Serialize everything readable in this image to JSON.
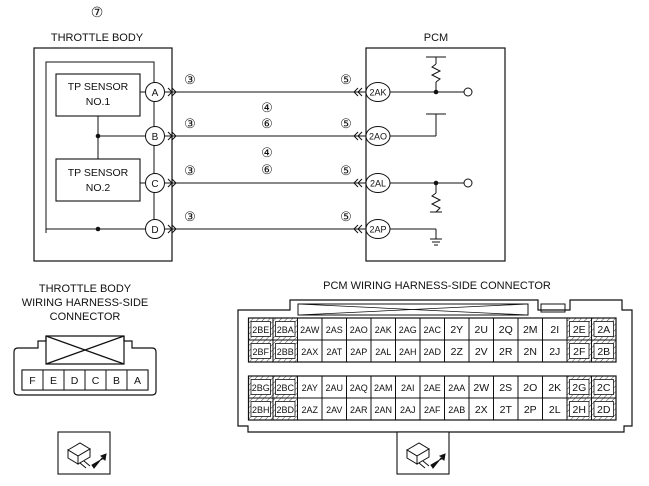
{
  "colors": {
    "ink": "#111111",
    "hatch": "#444444"
  },
  "throttle_body": {
    "index": "⑦",
    "title": "THROTTLE BODY",
    "sensors": [
      "TP SENSOR",
      "NO.1",
      "TP SENSOR",
      "NO.2"
    ],
    "pins": [
      "A",
      "B",
      "C",
      "D"
    ]
  },
  "pcm": {
    "title": "PCM",
    "pins": [
      "2AK",
      "2AO",
      "2AL",
      "2AP"
    ]
  },
  "wire_notes": {
    "left": [
      "③",
      "③",
      "③",
      "③"
    ],
    "right": [
      "⑤",
      "⑤",
      "⑤",
      "⑤"
    ],
    "middle": [
      "④",
      "⑥",
      "④",
      "⑥"
    ]
  },
  "tb_connector": {
    "caption": [
      "THROTTLE BODY",
      "WIRING HARNESS-SIDE",
      "CONNECTOR"
    ],
    "pins": [
      "F",
      "E",
      "D",
      "C",
      "B",
      "A"
    ],
    "icon": "harness-connector-view-icon"
  },
  "pcm_connector": {
    "caption": "PCM WIRING HARNESS-SIDE CONNECTOR",
    "upper": [
      [
        "2BE",
        "2BA",
        "2AW",
        "2AS",
        "2AO",
        "2AK",
        "2AG",
        "2AC",
        "2Y",
        "2U",
        "2Q",
        "2M",
        "2I",
        "2E",
        "2A"
      ],
      [
        "2BF",
        "2BB",
        "2AX",
        "2AT",
        "2AP",
        "2AL",
        "2AH",
        "2AD",
        "2Z",
        "2V",
        "2R",
        "2N",
        "2J",
        "2F",
        "2B"
      ]
    ],
    "lower": [
      [
        "2BG",
        "2BC",
        "2AY",
        "2AU",
        "2AQ",
        "2AM",
        "2AI",
        "2AE",
        "2AA",
        "2W",
        "2S",
        "2O",
        "2K",
        "2G",
        "2C"
      ],
      [
        "2BH",
        "2BD",
        "2AZ",
        "2AV",
        "2AR",
        "2AN",
        "2AJ",
        "2AF",
        "2AB",
        "2X",
        "2T",
        "2P",
        "2L",
        "2H",
        "2D"
      ]
    ],
    "icon": "harness-connector-view-icon"
  }
}
